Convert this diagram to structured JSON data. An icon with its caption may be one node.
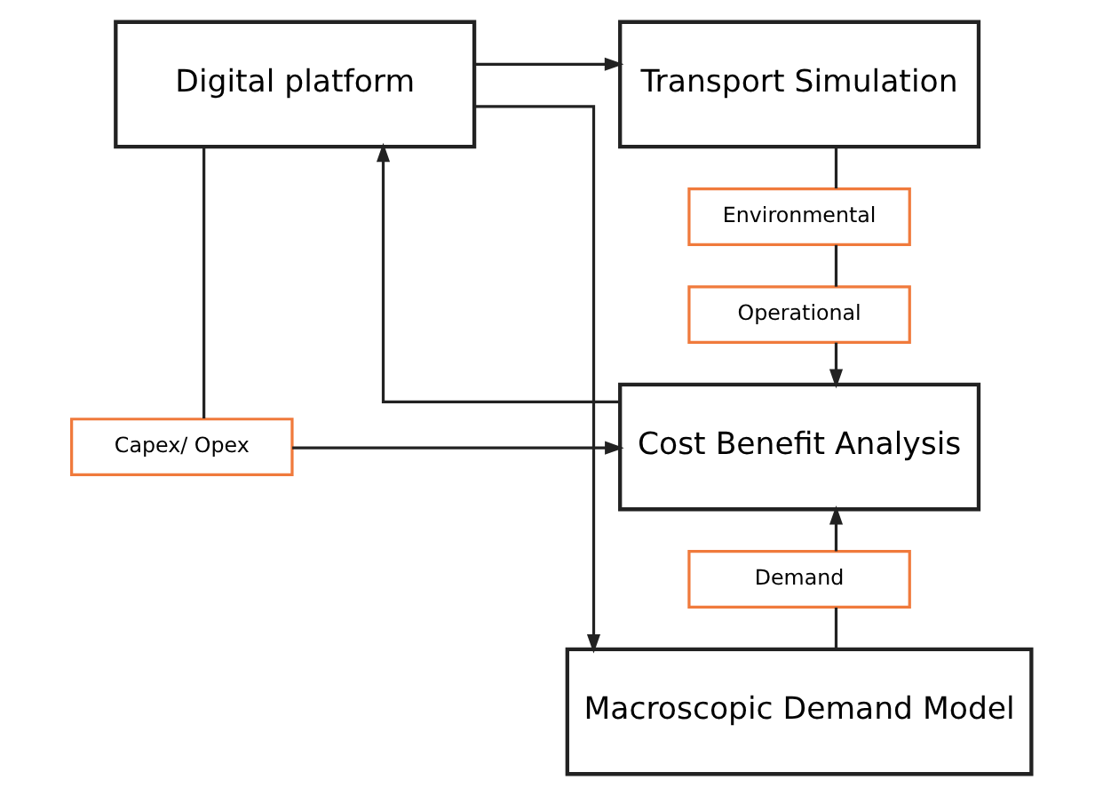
{
  "diagram": {
    "nodes": [
      {
        "text": [
          "Digital platform"
        ]
      },
      {
        "text": [
          "Transport Simulation"
        ]
      },
      {
        "text": [
          "Environmental"
        ]
      },
      {
        "text": [
          "Operational"
        ]
      },
      {
        "text": [
          "Capex/ Opex"
        ]
      },
      {
        "text": [
          "Cost Benefit Analysis"
        ]
      },
      {
        "text": [
          "Demand"
        ]
      },
      {
        "text": [
          "Macroscopic Demand Model"
        ]
      }
    ],
    "edges": [
      {
        "from": 0,
        "to": 1,
        "arrow": "to"
      },
      {
        "from": 1,
        "to": 2,
        "arrow": "none"
      },
      {
        "from": 2,
        "to": 3,
        "arrow": "none"
      },
      {
        "from": 3,
        "to": 5,
        "arrow": "to"
      },
      {
        "from": 0,
        "to": 4,
        "arrow": "none"
      },
      {
        "from": 4,
        "to": 5,
        "arrow": "to"
      },
      {
        "from": 7,
        "to": 6,
        "arrow": "none"
      },
      {
        "from": 6,
        "to": 5,
        "arrow": "to"
      },
      {
        "from": 0,
        "to": 7,
        "arrow": "to"
      },
      {
        "from": 5,
        "to": 0,
        "arrow": "to"
      }
    ]
  }
}
